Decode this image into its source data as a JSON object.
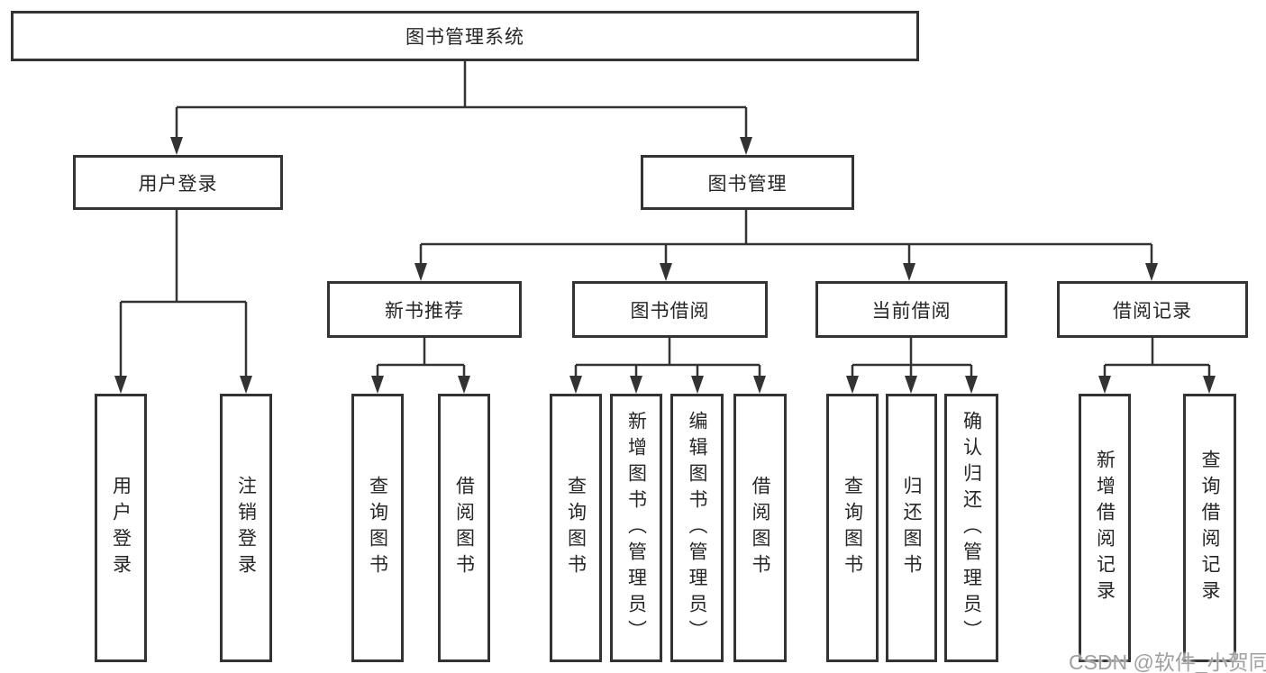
{
  "diagram": {
    "title": "图书管理系统",
    "colors": {
      "line": "#333333",
      "text": "#262626",
      "background": "#ffffff",
      "watermark": "#a0a0a0"
    },
    "root": {
      "label": "图书管理系统"
    },
    "login_branch": {
      "label": "用户登录",
      "children": [
        "用户登录",
        "注销登录"
      ]
    },
    "mgmt_branch": {
      "label": "图书管理",
      "groups": [
        {
          "label": "新书推荐",
          "children": [
            "查询图书",
            "借阅图书"
          ]
        },
        {
          "label": "图书借阅",
          "children": [
            "查询图书",
            "新增图书（管理员）",
            "编辑图书（管理员）",
            "借阅图书"
          ]
        },
        {
          "label": "当前借阅",
          "children": [
            "查询图书",
            "归还图书",
            "确认归还（管理员）"
          ]
        },
        {
          "label": "借阅记录",
          "children": [
            "新增借阅记录",
            "查询借阅记录"
          ]
        }
      ]
    },
    "watermark": "CSDN @软件_小贺同学"
  }
}
